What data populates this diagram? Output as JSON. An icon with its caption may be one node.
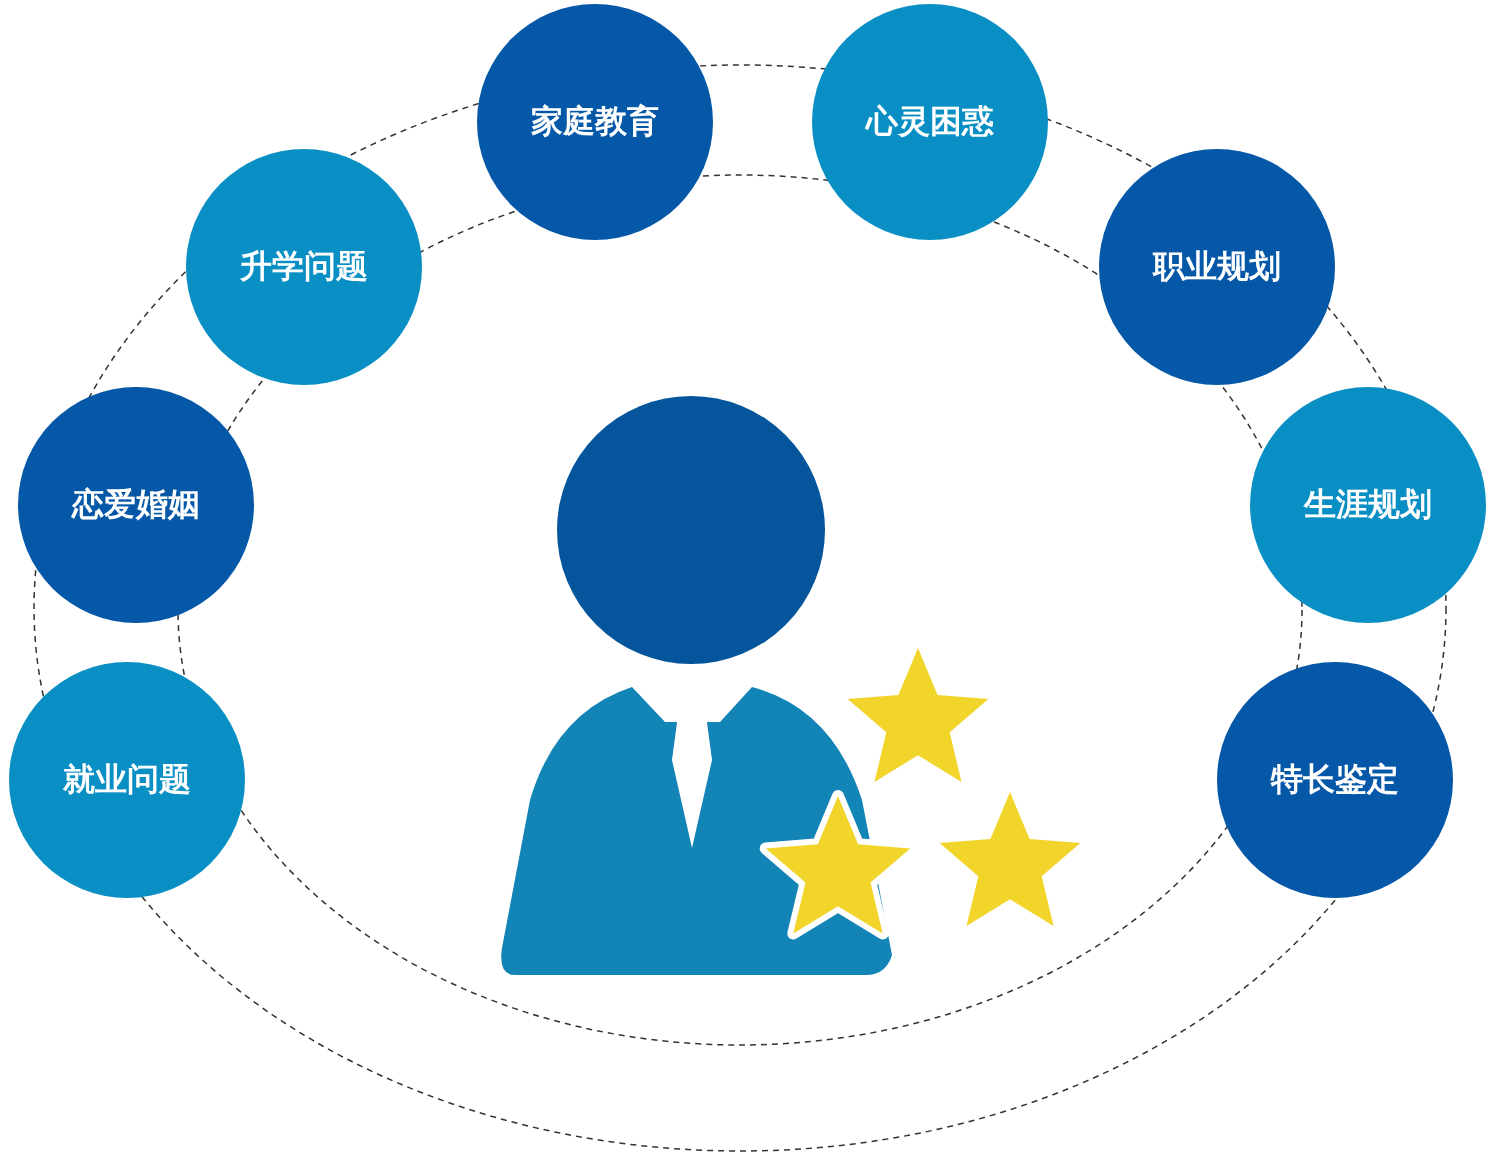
{
  "diagram": {
    "nodes": [
      {
        "text": [
          "家庭教育"
        ]
      },
      {
        "text": [
          "心灵困惑"
        ]
      },
      {
        "text": [
          "升学问题"
        ]
      },
      {
        "text": [
          "职业规划"
        ]
      },
      {
        "text": [
          "恋爱婚姻"
        ]
      },
      {
        "text": [
          "生涯规划"
        ]
      },
      {
        "text": [
          "就业问题"
        ]
      },
      {
        "text": [
          "特长鉴定"
        ]
      }
    ]
  }
}
